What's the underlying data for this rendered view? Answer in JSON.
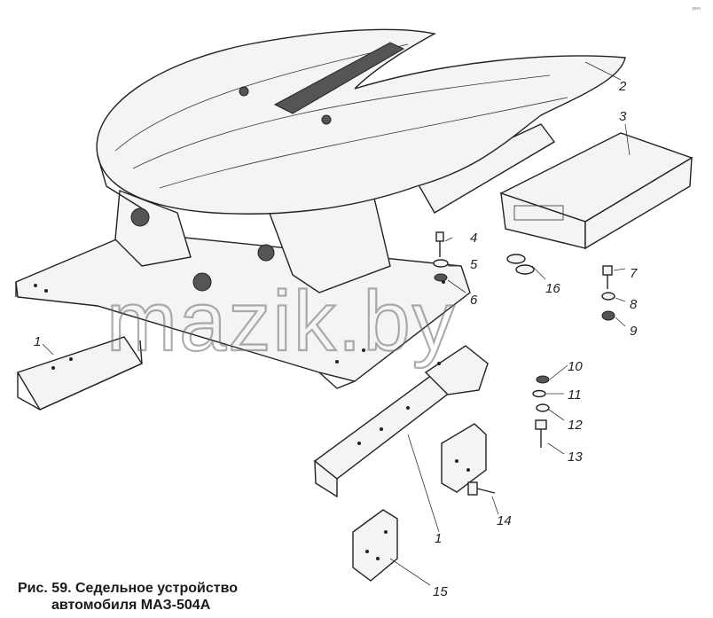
{
  "corner_mark": "ᵖᵉⁿ",
  "watermark": "mazik.by",
  "caption": {
    "line1": "Рис. 59. Седельное устройство",
    "line2": "автомобиля МАЗ-504А"
  },
  "callouts": {
    "n1a": "1",
    "n1b": "1",
    "n2": "2",
    "n3": "3",
    "n4": "4",
    "n5": "5",
    "n6": "6",
    "n7": "7",
    "n8": "8",
    "n9": "9",
    "n10": "10",
    "n11": "11",
    "n12": "12",
    "n13": "13",
    "n14": "14",
    "n15": "15",
    "n16": "16"
  }
}
